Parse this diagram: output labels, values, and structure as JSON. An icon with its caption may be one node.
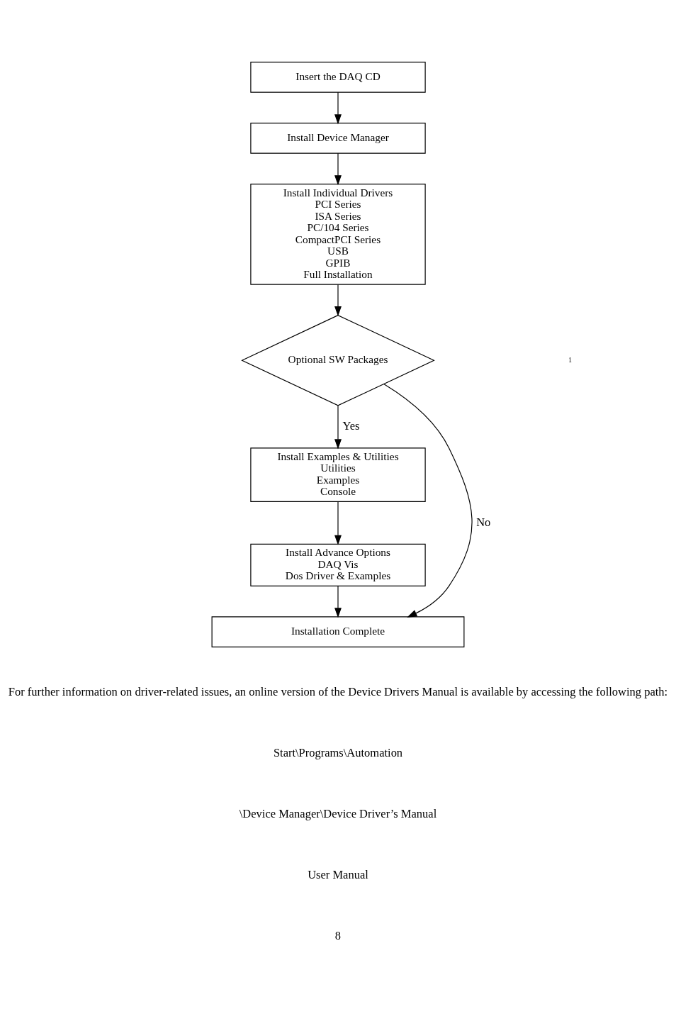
{
  "diagram": {
    "nodes": [
      {
        "text": [
          "Insert the DAQ CD"
        ]
      },
      {
        "text": [
          "Install Device Manager"
        ]
      },
      {
        "text": [
          "Install Individual Drivers",
          "PCI Series",
          "ISA Series",
          "PC/104 Series",
          "CompactPCI Series",
          "USB",
          "GPIB",
          "Full Installation"
        ]
      },
      {
        "text": [
          "Optional SW Packages"
        ]
      },
      {
        "text": [
          "Install Examples & Utilities",
          "Utilities",
          "Examples",
          "Console"
        ]
      },
      {
        "text": [
          "Install Advance Options",
          "DAQ Vis",
          "Dos Driver & Examples"
        ]
      },
      {
        "text": [
          "Installation Complete"
        ]
      }
    ],
    "edges": [
      {
        "from": 0,
        "to": 1,
        "arrow": "to"
      },
      {
        "from": 1,
        "to": 2,
        "arrow": "to"
      },
      {
        "from": 2,
        "to": 3,
        "arrow": "to"
      },
      {
        "from": 3,
        "to": 4,
        "arrow": "to",
        "label": "Yes"
      },
      {
        "from": 4,
        "to": 5,
        "arrow": "to"
      },
      {
        "from": 5,
        "to": 6,
        "arrow": "to"
      },
      {
        "from": 3,
        "to": 6,
        "arrow": "to",
        "label": "No"
      }
    ],
    "labels": [
      "1",
      "For further information on driver-related issues, an online version of the Device Drivers Manual is available by accessing the following path:",
      "Start\\Programs\\Automation",
      "\\Device Manager\\Device Driver’s Manual",
      "User Manual",
      "8"
    ]
  }
}
